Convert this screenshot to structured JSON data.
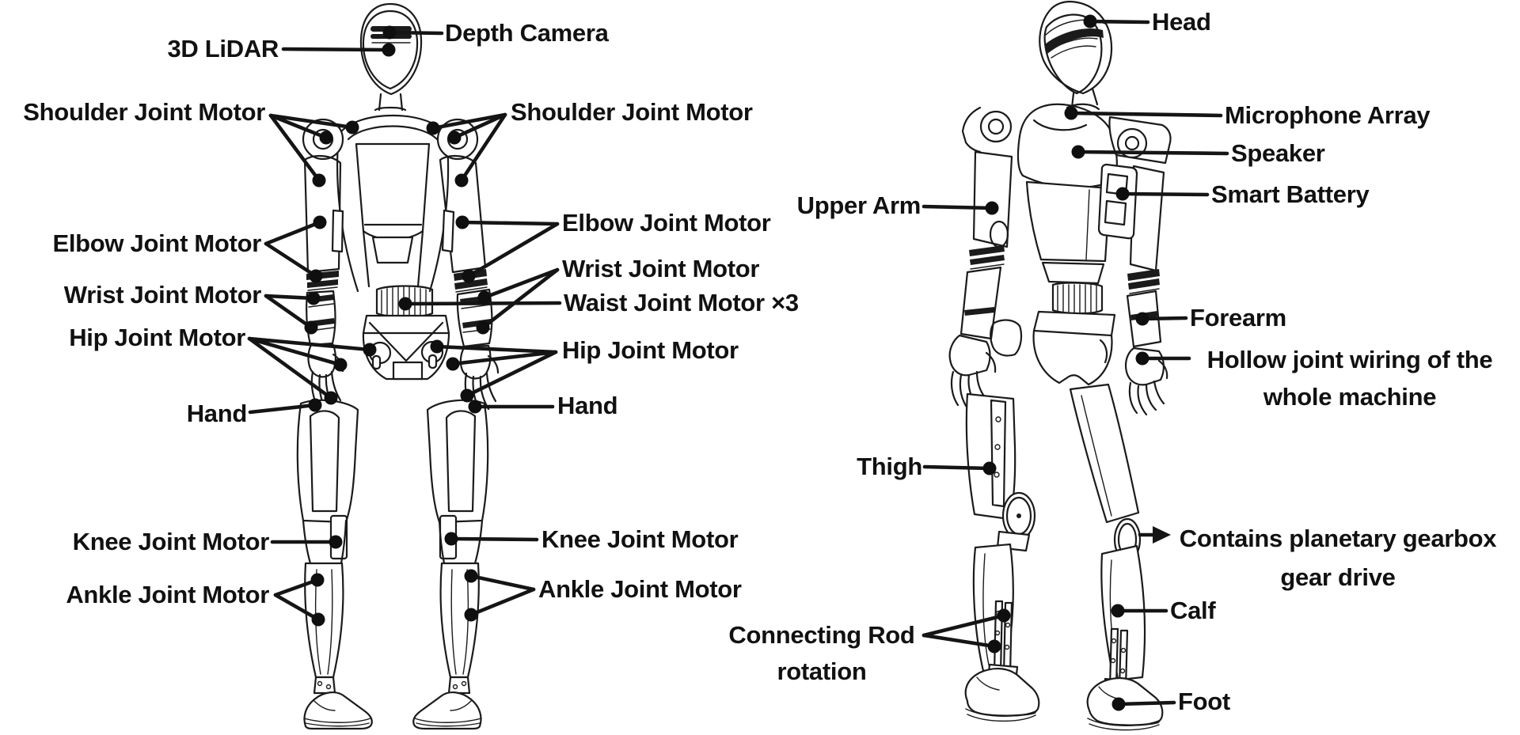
{
  "diagram": {
    "background": "#ffffff",
    "ink": "#111111",
    "leader_line_color": "#151515",
    "callout_dot_color": "#0f0f0f"
  },
  "front_view": {
    "name": "humanoid-robot-front-view",
    "labels": {
      "lidar": "3D LiDAR",
      "depth_camera": "Depth Camera",
      "shoulder_left": "Shoulder Joint Motor",
      "shoulder_right": "Shoulder Joint Motor",
      "elbow_left": "Elbow Joint Motor",
      "elbow_right": "Elbow Joint Motor",
      "wrist_left": "Wrist Joint Motor",
      "wrist_right": "Wrist Joint Motor",
      "waist": "Waist Joint Motor ×3",
      "hip_left": "Hip Joint Motor",
      "hip_right": "Hip Joint Motor",
      "hand_left": "Hand",
      "hand_right": "Hand",
      "knee_left": "Knee Joint Motor",
      "knee_right": "Knee Joint Motor",
      "ankle_left": "Ankle Joint Motor",
      "ankle_right": "Ankle Joint Motor"
    }
  },
  "side_view": {
    "name": "humanoid-robot-three-quarter-view",
    "labels": {
      "head": "Head",
      "microphone_array": "Microphone Array",
      "speaker": "Speaker",
      "smart_battery": "Smart Battery",
      "upper_arm": "Upper Arm",
      "forearm": "Forearm",
      "hollow_wiring_line1": "Hollow joint wiring of the",
      "hollow_wiring_line2": "whole machine",
      "thigh": "Thigh",
      "planetary_line1": "Contains planetary gearbox",
      "planetary_line2": "gear drive",
      "calf": "Calf",
      "connecting_rod_line1": "Connecting Rod",
      "connecting_rod_line2": "rotation",
      "foot": "Foot"
    }
  }
}
